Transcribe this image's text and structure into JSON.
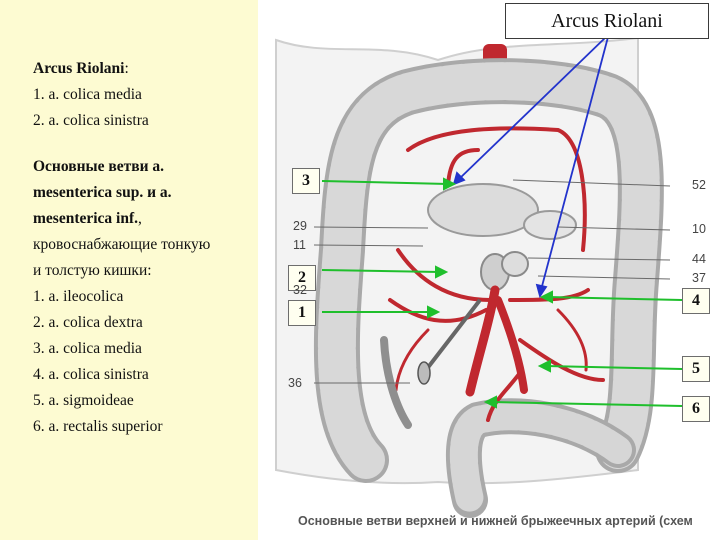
{
  "title_box": "Arcus Riolani",
  "left": {
    "arcus_head": "Arcus Riolani",
    "arcus_colon": ":",
    "arcus_items": [
      "1. a. colica media",
      "2. a. colica sinistra"
    ],
    "branches_head": [
      "Основные ветви a.",
      "mesenterica sup. и a.",
      "mesenterica inf."
    ],
    "branches_tail": [
      ", ",
      "кровоснабжающие тонкую",
      "и толстую кишки:"
    ],
    "branch_items": [
      "1. a. ileocolica",
      "2. a. colica dextra",
      "3. a. colica media",
      "4. a. colica sinistra",
      "5. a. sigmoideae",
      "6. a. rectalis superior"
    ]
  },
  "markers": [
    "3",
    "2",
    "1",
    "4",
    "5",
    "6"
  ],
  "figure_labels": [
    "52",
    "29",
    "11",
    "10",
    "44",
    "37",
    "32",
    "36"
  ],
  "caption": "Основные ветви верхней и нижней брыжеечных артерий (схем",
  "colors": {
    "left_bg": "#fdfbd2",
    "artery": "#c0282f",
    "pointer_green": "#1fbf2c",
    "pointer_blue": "#2233cc",
    "bowel": "#d4d4d4"
  }
}
